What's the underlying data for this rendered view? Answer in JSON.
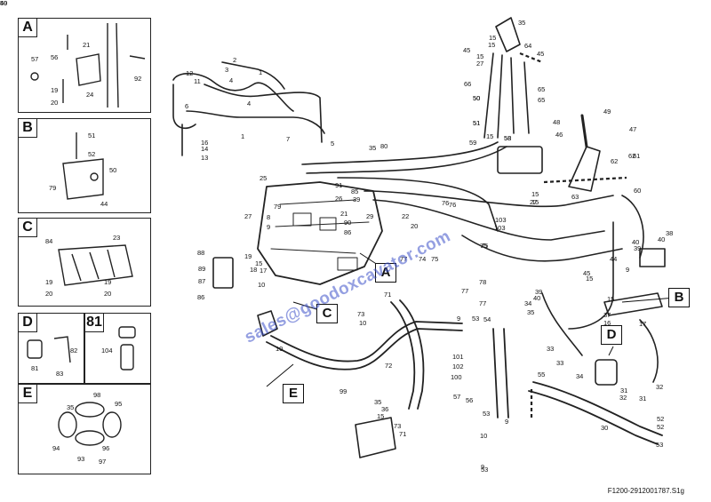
{
  "figure_code": "F1200-2912001787.S1g",
  "watermark": "sales@goodoxcavator.com",
  "panels": {
    "A": {
      "letter": "A",
      "numbers": [
        "21",
        "56",
        "57",
        "19",
        "20",
        "24",
        "92"
      ]
    },
    "B": {
      "letter": "B",
      "numbers": [
        "51",
        "52",
        "50",
        "79",
        "44"
      ]
    },
    "C": {
      "letter": "C",
      "numbers": [
        "84",
        "23",
        "19",
        "20",
        "19",
        "20"
      ]
    },
    "D": {
      "letter": "D",
      "numbers": [
        "82",
        "81",
        "83"
      ]
    },
    "81": {
      "letter": "81",
      "numbers": [
        "104"
      ]
    },
    "E": {
      "letter": "E",
      "numbers": [
        "98",
        "35",
        "95",
        "94",
        "93",
        "96",
        "97"
      ]
    }
  },
  "callouts": [
    "A",
    "B",
    "C",
    "D",
    "E"
  ],
  "main_numbers": [
    "12",
    "3",
    "11",
    "1",
    "4",
    "2",
    "6",
    "4",
    "1",
    "16",
    "14",
    "13",
    "7",
    "5",
    "35",
    "80",
    "25",
    "27",
    "79",
    "8",
    "9",
    "15",
    "17",
    "10",
    "91",
    "85",
    "39",
    "26",
    "21",
    "90",
    "86",
    "88",
    "89",
    "87",
    "86",
    "18",
    "19",
    "22",
    "29",
    "20",
    "77",
    "74",
    "75",
    "75",
    "76",
    "103",
    "103",
    "76",
    "75",
    "77",
    "77",
    "78",
    "73",
    "10",
    "71",
    "9",
    "53",
    "10",
    "72",
    "99",
    "9",
    "53",
    "54",
    "101",
    "102",
    "100",
    "55",
    "57",
    "56",
    "53",
    "9",
    "10",
    "35",
    "36",
    "15",
    "73",
    "71",
    "64",
    "35",
    "15",
    "45",
    "15",
    "27",
    "66",
    "50",
    "51",
    "59",
    "15",
    "65",
    "58",
    "15",
    "45",
    "65",
    "50",
    "51",
    "58",
    "47",
    "49",
    "48",
    "46",
    "62",
    "62",
    "61",
    "60",
    "63",
    "15",
    "15",
    "27",
    "40",
    "39",
    "40",
    "38",
    "44",
    "45",
    "15",
    "37",
    "16",
    "17",
    "39",
    "40",
    "34",
    "35",
    "33",
    "33",
    "34",
    "31",
    "32",
    "31",
    "32",
    "30",
    "52",
    "52",
    "53",
    "9",
    "15",
    "50",
    "49"
  ]
}
